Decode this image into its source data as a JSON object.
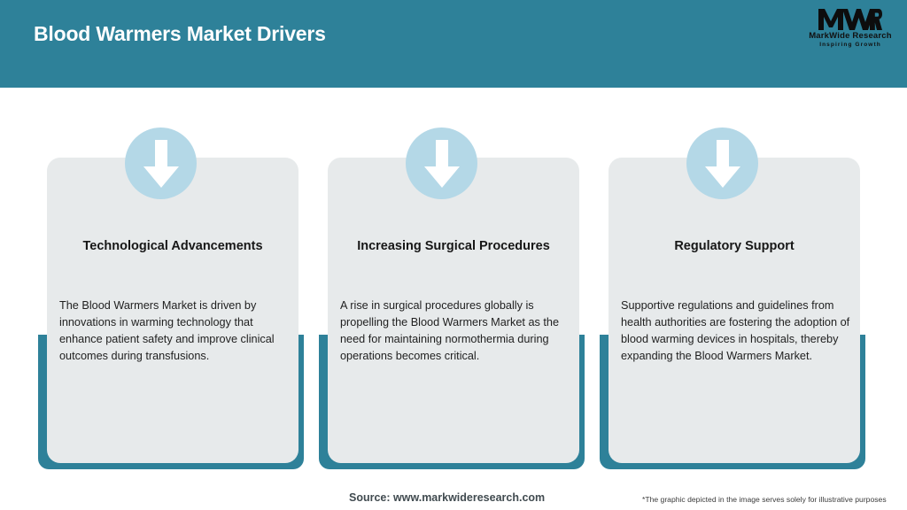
{
  "header": {
    "title": "Blood Warmers Market Drivers",
    "background_color": "#2e8199",
    "title_color": "#ffffff"
  },
  "logo": {
    "mark": "MWR",
    "name": "MarkWide Research",
    "tagline": "Inspiring Growth"
  },
  "cards": [
    {
      "icon": "arrow-down-icon",
      "heading": "Technological Advancements",
      "body": "The Blood Warmers Market is driven by innovations in warming technology that enhance patient safety and improve clinical outcomes during transfusions."
    },
    {
      "icon": "arrow-down-icon",
      "heading": "Increasing Surgical Procedures",
      "body": "A rise in surgical procedures globally is propelling the Blood Warmers Market as the need for maintaining normothermia during operations becomes critical."
    },
    {
      "icon": "arrow-down-icon",
      "heading": "Regulatory Support",
      "body": "Supportive regulations and guidelines from health authorities are fostering the adoption of blood warming devices in hospitals, thereby expanding the Blood Warmers Market."
    }
  ],
  "footer": {
    "source": "Source: www.markwideresearch.com",
    "disclaimer": "*The graphic depicted in the image serves solely for illustrative purposes"
  },
  "colors": {
    "teal": "#2e8199",
    "panel_grey": "#e7eaeb",
    "icon_blue": "#b4d8e7",
    "white": "#ffffff"
  }
}
